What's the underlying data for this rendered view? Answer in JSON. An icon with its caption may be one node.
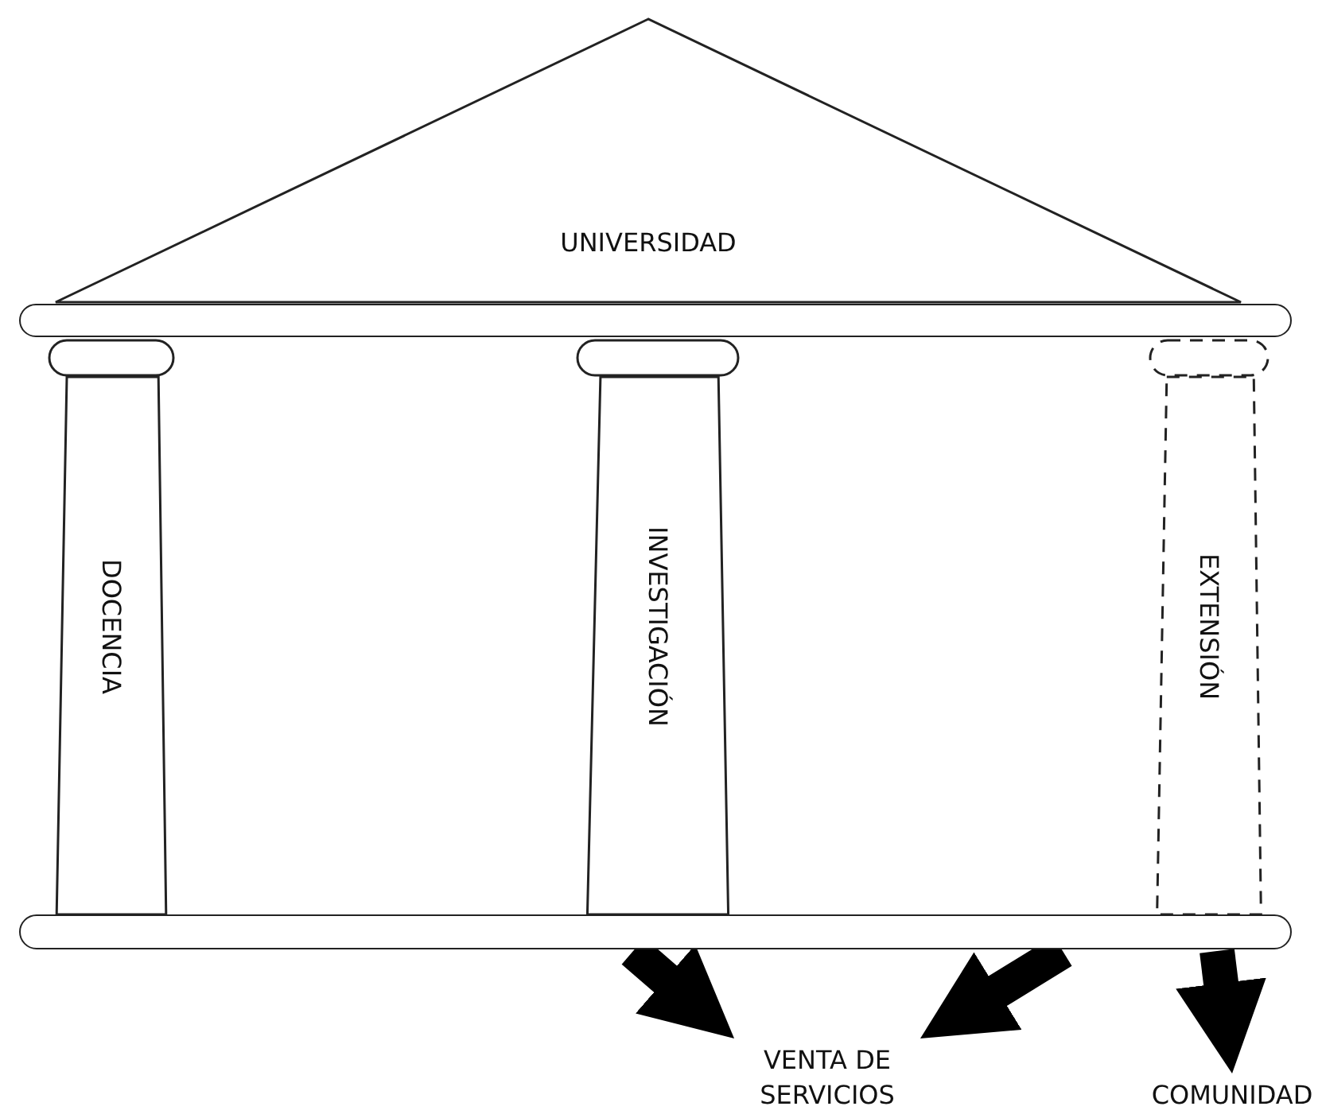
{
  "diagram": {
    "nodes": [
      {
        "text": [
          "UNIVERSIDAD"
        ]
      },
      {
        "text": [],
        "shape": "bar"
      },
      {
        "text": [
          "DOCENCIA"
        ]
      },
      {
        "text": [
          "INVESTIGACIÓN"
        ]
      },
      {
        "text": [
          "EXTENSIÓN"
        ]
      },
      {
        "text": [],
        "shape": "bar"
      },
      {
        "text": [
          "VENTA DE SERVICIOS"
        ]
      },
      {
        "text": [
          "COMUNIDAD"
        ]
      }
    ],
    "edges": [
      {
        "from": 5,
        "to": 6,
        "arrow": "to"
      },
      {
        "from": 5,
        "to": 6,
        "arrow": "to"
      },
      {
        "from": 5,
        "to": 7,
        "arrow": "to"
      }
    ]
  }
}
